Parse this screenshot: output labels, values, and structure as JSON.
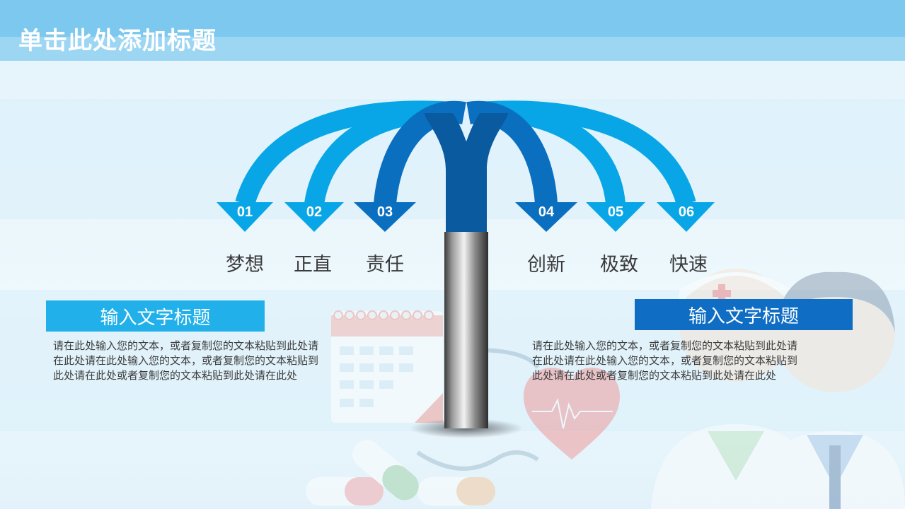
{
  "header": {
    "title": "单击此处添加标题"
  },
  "arrows": [
    {
      "number": "01",
      "keyword": "梦想",
      "color": "#08a6e6"
    },
    {
      "number": "02",
      "keyword": "正直",
      "color": "#08a6e6"
    },
    {
      "number": "03",
      "keyword": "责任",
      "color": "#0b6fc0"
    },
    {
      "number": "04",
      "keyword": "创新",
      "color": "#0b6fc0"
    },
    {
      "number": "05",
      "keyword": "极致",
      "color": "#08a6e6"
    },
    {
      "number": "06",
      "keyword": "快速",
      "color": "#08a6e6"
    }
  ],
  "left_panel": {
    "title": "输入文字标题",
    "lines": [
      "请在此处输入您的文本，或者复制您的文本粘贴到此处请",
      "在此处请在此处输入您的文本，或者复制您的文本粘贴到",
      "此处请在此处或者复制您的文本粘贴到此处请在此处"
    ],
    "title_color": "#22b0ea"
  },
  "right_panel": {
    "title": "输入文字标题",
    "lines": [
      "请在此处输入您的文本，或者复制您的文本粘贴到此处请",
      "在此处请在此处输入您的文本，或者复制您的文本粘贴到",
      "此处请在此处或者复制您的文本粘贴到此处请在此处"
    ],
    "title_color": "#0f6ec4"
  }
}
